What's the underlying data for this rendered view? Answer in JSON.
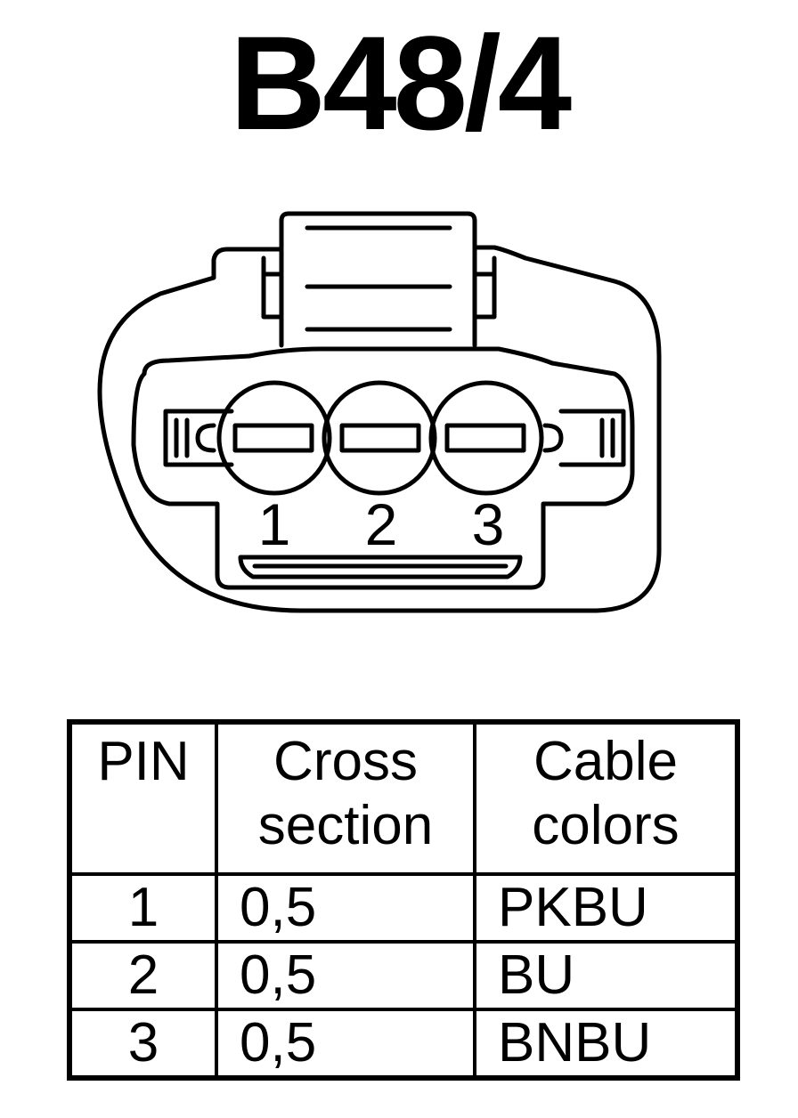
{
  "title": "B48/4",
  "connector": {
    "pin_labels": [
      "1",
      "2",
      "3"
    ]
  },
  "table": {
    "headers": {
      "pin": "PIN",
      "cross_section": [
        "Cross",
        "section"
      ],
      "cable_colors": [
        "Cable",
        "colors"
      ]
    },
    "rows": [
      {
        "pin": "1",
        "cross_section": "0,5",
        "color": "PKBU"
      },
      {
        "pin": "2",
        "cross_section": "0,5",
        "color": "BU"
      },
      {
        "pin": "3",
        "cross_section": "0,5",
        "color": "BNBU"
      }
    ]
  }
}
